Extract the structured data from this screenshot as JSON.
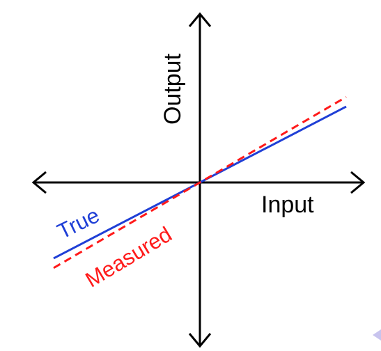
{
  "diagram": {
    "x_axis_label": "Input",
    "y_axis_label": "Output",
    "colors": {
      "axes": "#000000",
      "true": "#1f3fd6",
      "measured": "#ff1a1a",
      "corner_mark": "#c8c4ee"
    }
  },
  "chart_data": {
    "type": "line",
    "title": "",
    "xlabel": "Input",
    "ylabel": "Output",
    "grid": false,
    "series": [
      {
        "name": "True",
        "style": "solid",
        "color": "#1f3fd6",
        "x": [
          -1,
          1
        ],
        "y": [
          -0.55,
          0.55
        ]
      },
      {
        "name": "Measured",
        "style": "dashed",
        "color": "#ff1a1a",
        "x": [
          -1,
          1
        ],
        "y": [
          -0.62,
          0.62
        ]
      }
    ]
  }
}
